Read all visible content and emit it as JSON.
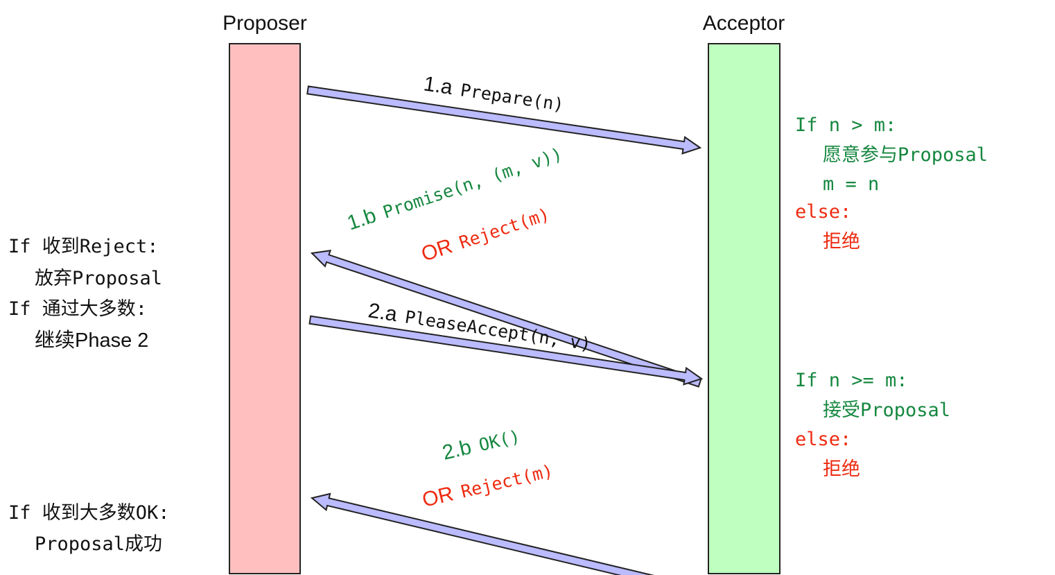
{
  "actors": {
    "proposer": {
      "label": "Proposer",
      "fill": "#ffbfbf"
    },
    "acceptor": {
      "label": "Acceptor",
      "fill": "#bfffbf"
    }
  },
  "colors": {
    "arrow_fill": "#bbbbff",
    "black": "#111111",
    "green": "#15873f",
    "red": "#ee2a10"
  },
  "messages": {
    "m1a": {
      "step": "1.a",
      "call": "Prepare(n)"
    },
    "m1b": {
      "step": "1.b",
      "call": "Promise(n, (m, v))",
      "alt_or": "OR",
      "alt_call": "Reject(m)"
    },
    "m2a": {
      "step": "2.a",
      "call": "PleaseAccept(n, v)"
    },
    "m2b": {
      "step": "2.b",
      "call": "OK()",
      "alt_or": "OR",
      "alt_call": "Reject(m)"
    }
  },
  "proposer_notes": {
    "reject_if": "If 收到Reject:",
    "reject_then": "放弃Proposal",
    "majority_if": "If 通过大多数:",
    "majority_then": "继续Phase 2",
    "ok_if": "If 收到大多数OK:",
    "ok_then": "Proposal成功"
  },
  "acceptor_notes": {
    "phase1": {
      "cond": "If n > m:",
      "line1": "愿意参与Proposal",
      "line2": "m = n",
      "else": "else:",
      "else_line": "拒绝"
    },
    "phase2": {
      "cond": "If n >= m:",
      "line1": "接受Proposal",
      "else": "else:",
      "else_line": "拒绝"
    }
  }
}
